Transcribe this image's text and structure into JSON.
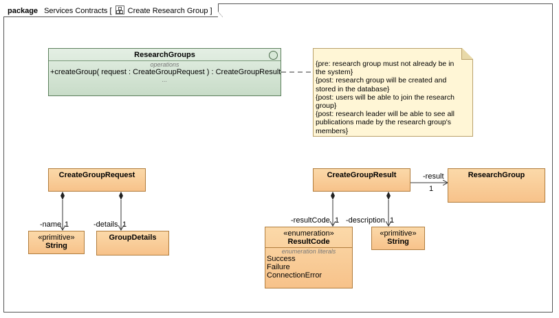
{
  "frame": {
    "keyword": "package",
    "name": "Services Contracts",
    "bracket_open": "[",
    "diagram_name": "Create Research Group",
    "bracket_close": "]"
  },
  "interface": {
    "name": "ResearchGroups",
    "compartment_label": "operations",
    "operation": "+createGroup( request : CreateGroupRequest ) : CreateGroupResult",
    "ellipsis": "..."
  },
  "note": {
    "lines": [
      "{pre: research group must not already be in",
      "the system}",
      "{post: research group will be created and",
      "stored in the database}",
      "{post: users will be able to join the research",
      "group}",
      "{post: research leader will be able to see all",
      "publications made by the research group's",
      "members}"
    ]
  },
  "classes": {
    "create_group_request": "CreateGroupRequest",
    "create_group_result": "CreateGroupResult",
    "research_group": "ResearchGroup",
    "group_details": "GroupDetails",
    "string1": {
      "stereotype": "«primitive»",
      "name": "String"
    },
    "string2": {
      "stereotype": "«primitive»",
      "name": "String"
    },
    "result_code": {
      "stereotype": "«enumeration»",
      "name": "ResultCode",
      "compartment_label": "enumeration literals",
      "literals": [
        "Success",
        "Failure",
        "ConnectionError"
      ]
    }
  },
  "associations": {
    "name_role": "-name",
    "name_mult": "1",
    "details_role": "-details",
    "details_mult": "1",
    "result_role": "-result",
    "result_mult": "1",
    "resultcode_role": "-resultCode",
    "resultcode_mult": "1",
    "description_role": "-description",
    "description_mult": "1"
  }
}
